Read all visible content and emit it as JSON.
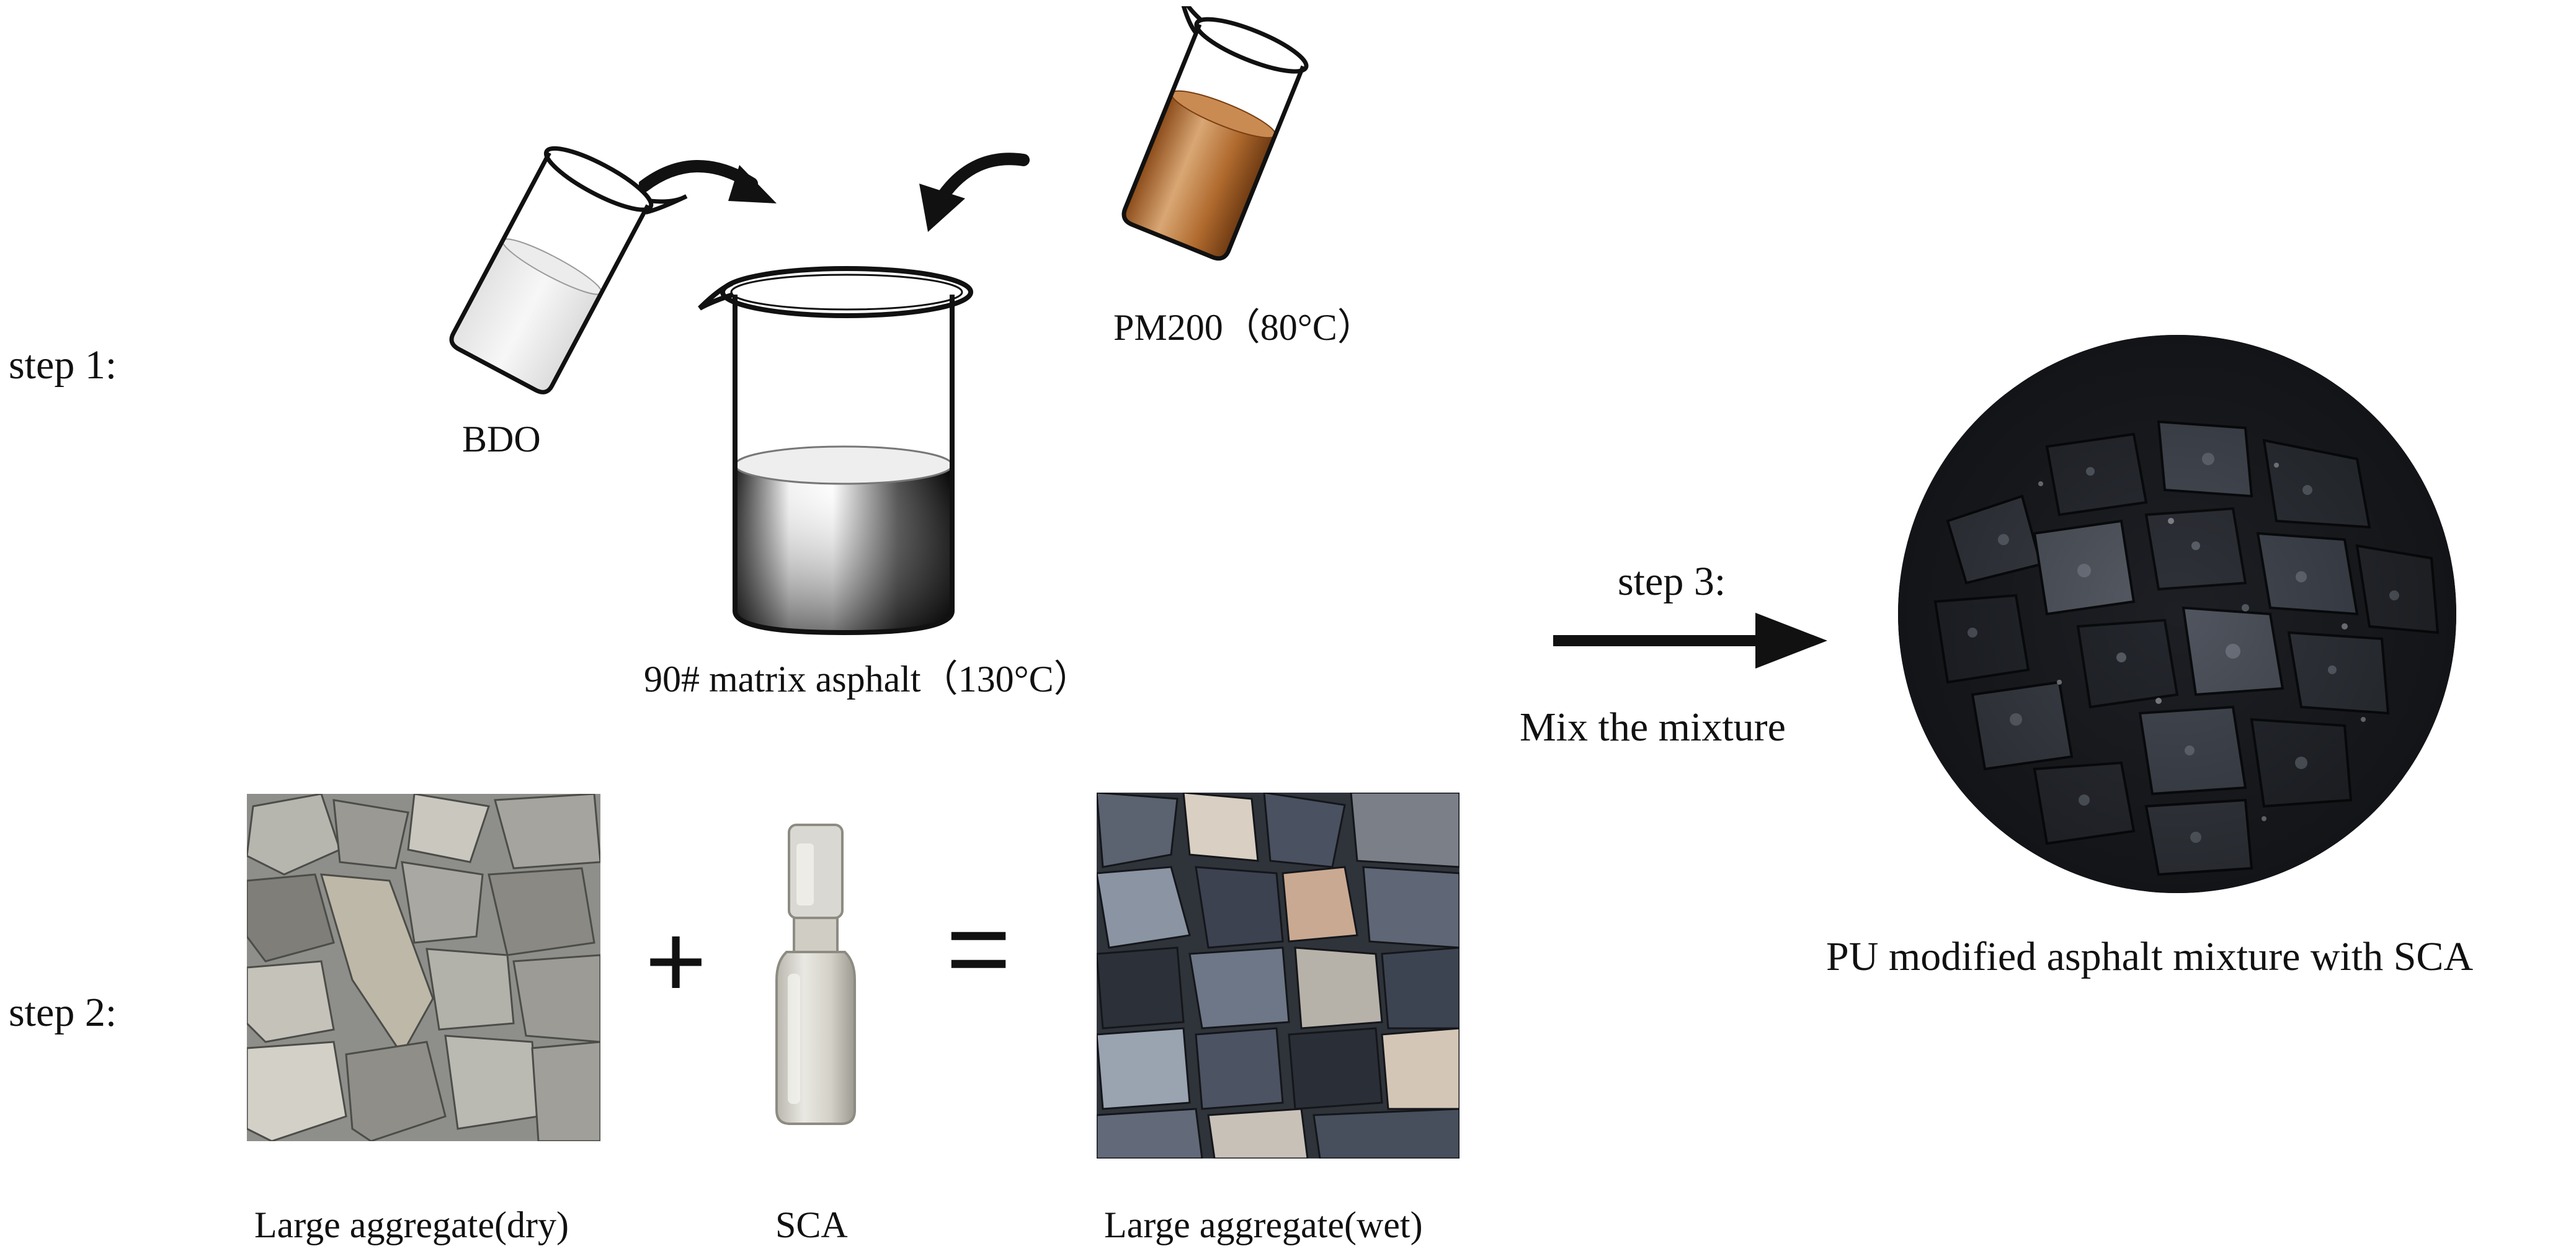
{
  "steps": {
    "step1": "step 1:",
    "step2": "step 2:",
    "step3": "step 3:"
  },
  "step1": {
    "bdo_label": "BDO",
    "pm200_label": "PM200（80°C）",
    "asphalt_label": "90# matrix asphalt（130°C）"
  },
  "step2": {
    "plus": "+",
    "equals": "=",
    "dry_label": "Large aggregate(dry)",
    "sca_label": "SCA",
    "wet_label": "Large aggregate(wet)"
  },
  "step3": {
    "action_label": "Mix the mixture",
    "result_label": "PU modified asphalt mixture with SCA"
  },
  "colors": {
    "bdo_liquid": "#e8e8e8",
    "pm200_liquid": "#b06a2e",
    "asphalt_dark": "#0d0d0d",
    "arrow": "#111111"
  }
}
